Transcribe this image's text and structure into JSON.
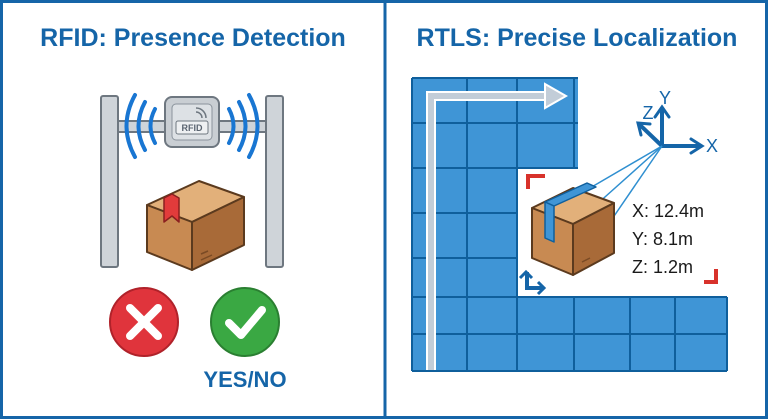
{
  "left_panel": {
    "title_prefix": "RFID",
    "title_rest": ": Presence Detection",
    "tag_label": "RFID",
    "answer_label": "YES/NO"
  },
  "right_panel": {
    "title_prefix": "RTLS",
    "title_rest": ": Precise Localization",
    "axes": {
      "x": "X",
      "y": "Y",
      "z": "Z"
    },
    "coords": {
      "x": "X: 12.4m",
      "y": "Y: 8.1m",
      "z": "Z: 1.2m"
    }
  },
  "colors": {
    "brand_blue": "#1565a8",
    "grid_blue": "#3f95d6",
    "grid_line": "#0f5f9c",
    "no_red": "#e0343c",
    "yes_green": "#3aa843",
    "box_brown": "#c88a52",
    "bracket_red": "#d8322b"
  },
  "icons": [
    "rfid-reader-icon",
    "wave-icon",
    "package-icon",
    "cross-icon",
    "check-icon",
    "axes-icon",
    "path-arrow-icon",
    "corner-bracket-icon"
  ]
}
